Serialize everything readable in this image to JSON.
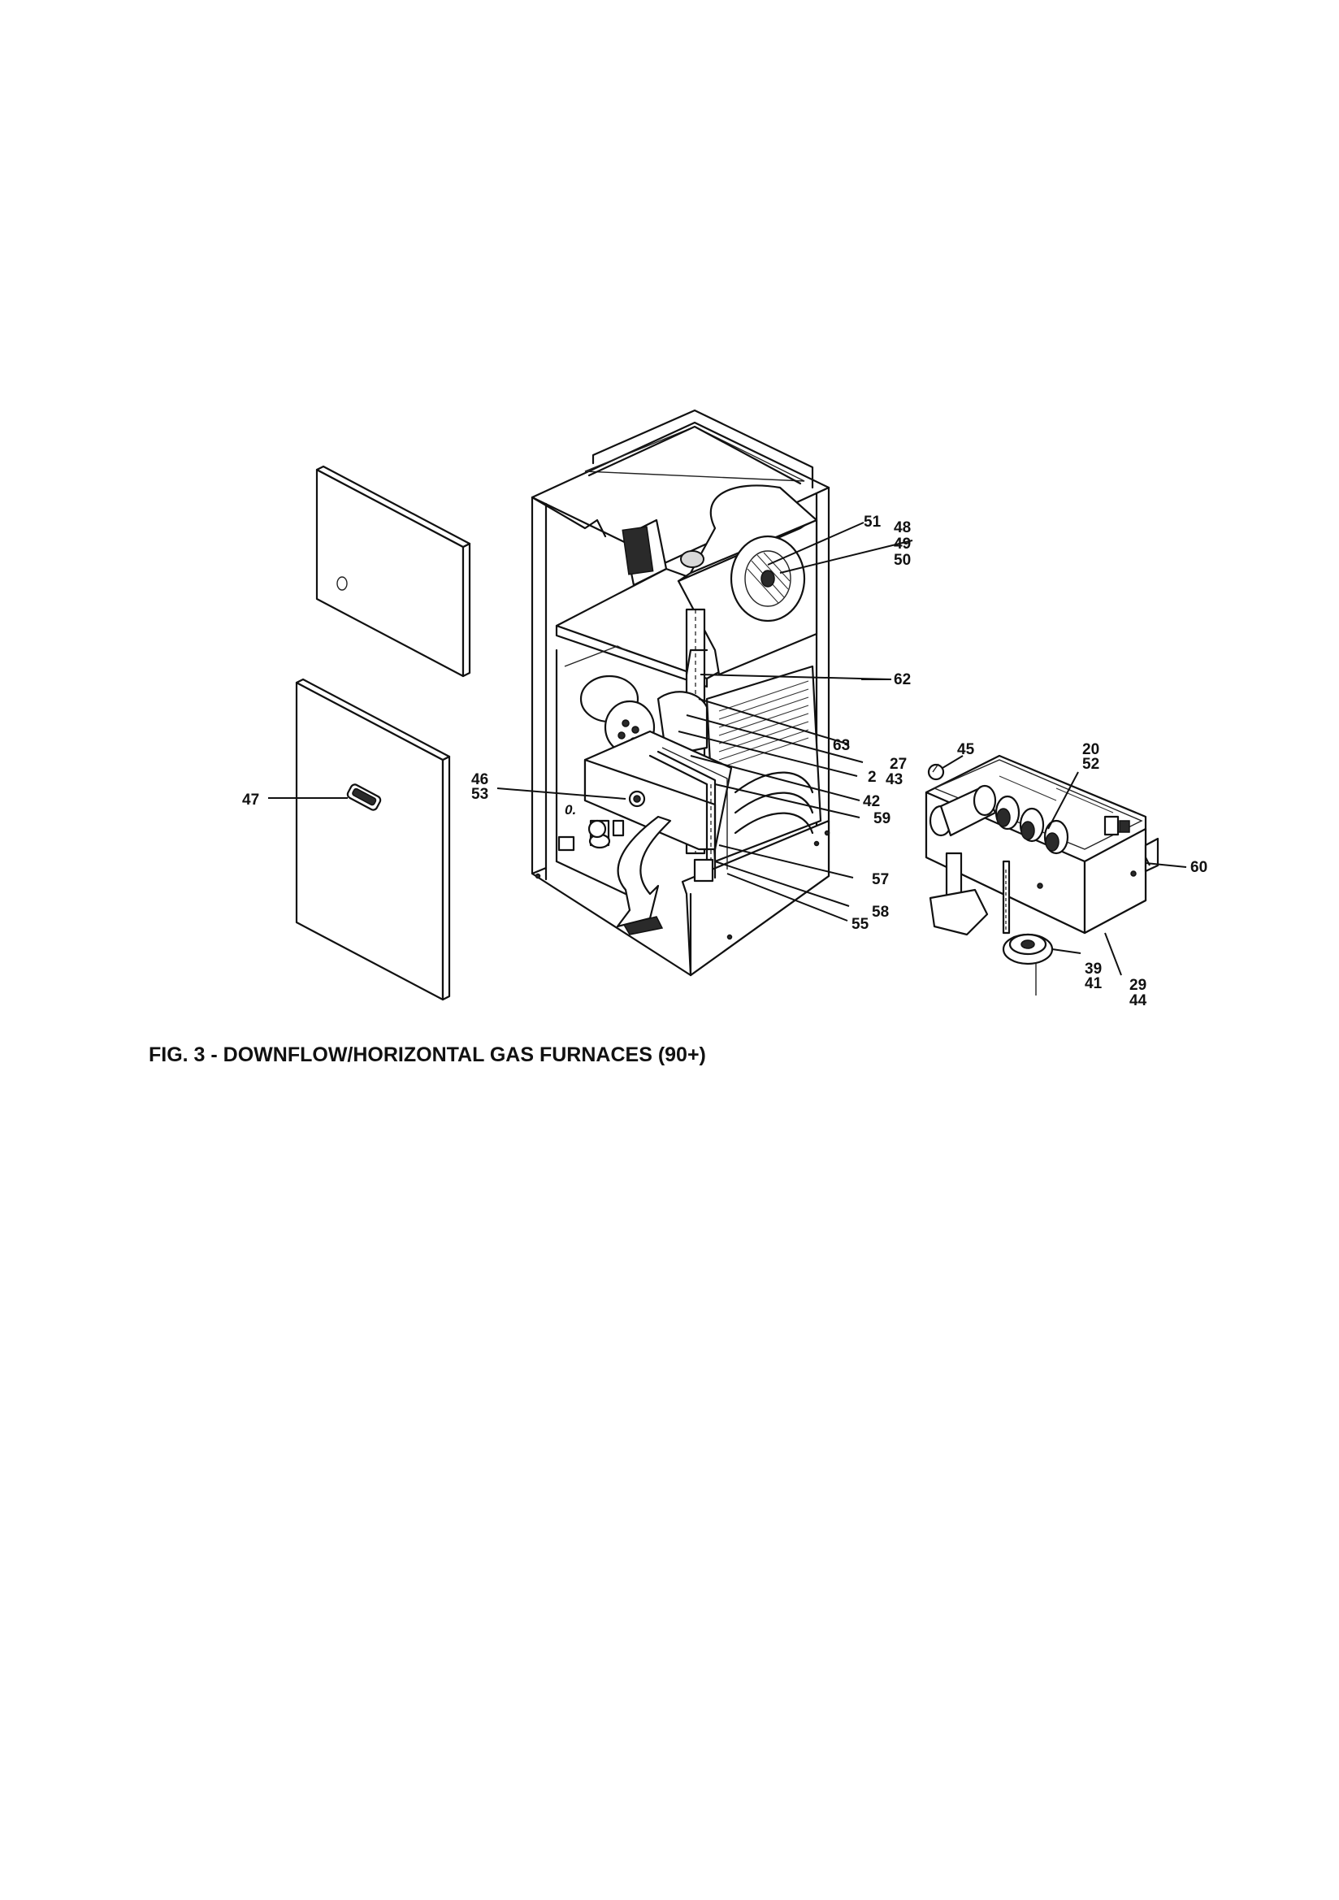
{
  "caption": "FIG. 3 - DOWNFLOW/HORIZONTAL GAS FURNACES (90+)",
  "callouts": {
    "c51": "51",
    "c48": "48",
    "c49": "49",
    "c50": "50",
    "c62": "62",
    "c63": "63",
    "c27": "27",
    "c2": "2",
    "c43": "43",
    "c42": "42",
    "c59": "59",
    "c46": "46",
    "c53": "53",
    "c47": "47",
    "c57": "57",
    "c58": "58",
    "c55": "55",
    "c45": "45",
    "c20": "20",
    "c52": "52",
    "c60": "60",
    "c39": "39",
    "c41": "41",
    "c29": "29",
    "c44": "44"
  }
}
